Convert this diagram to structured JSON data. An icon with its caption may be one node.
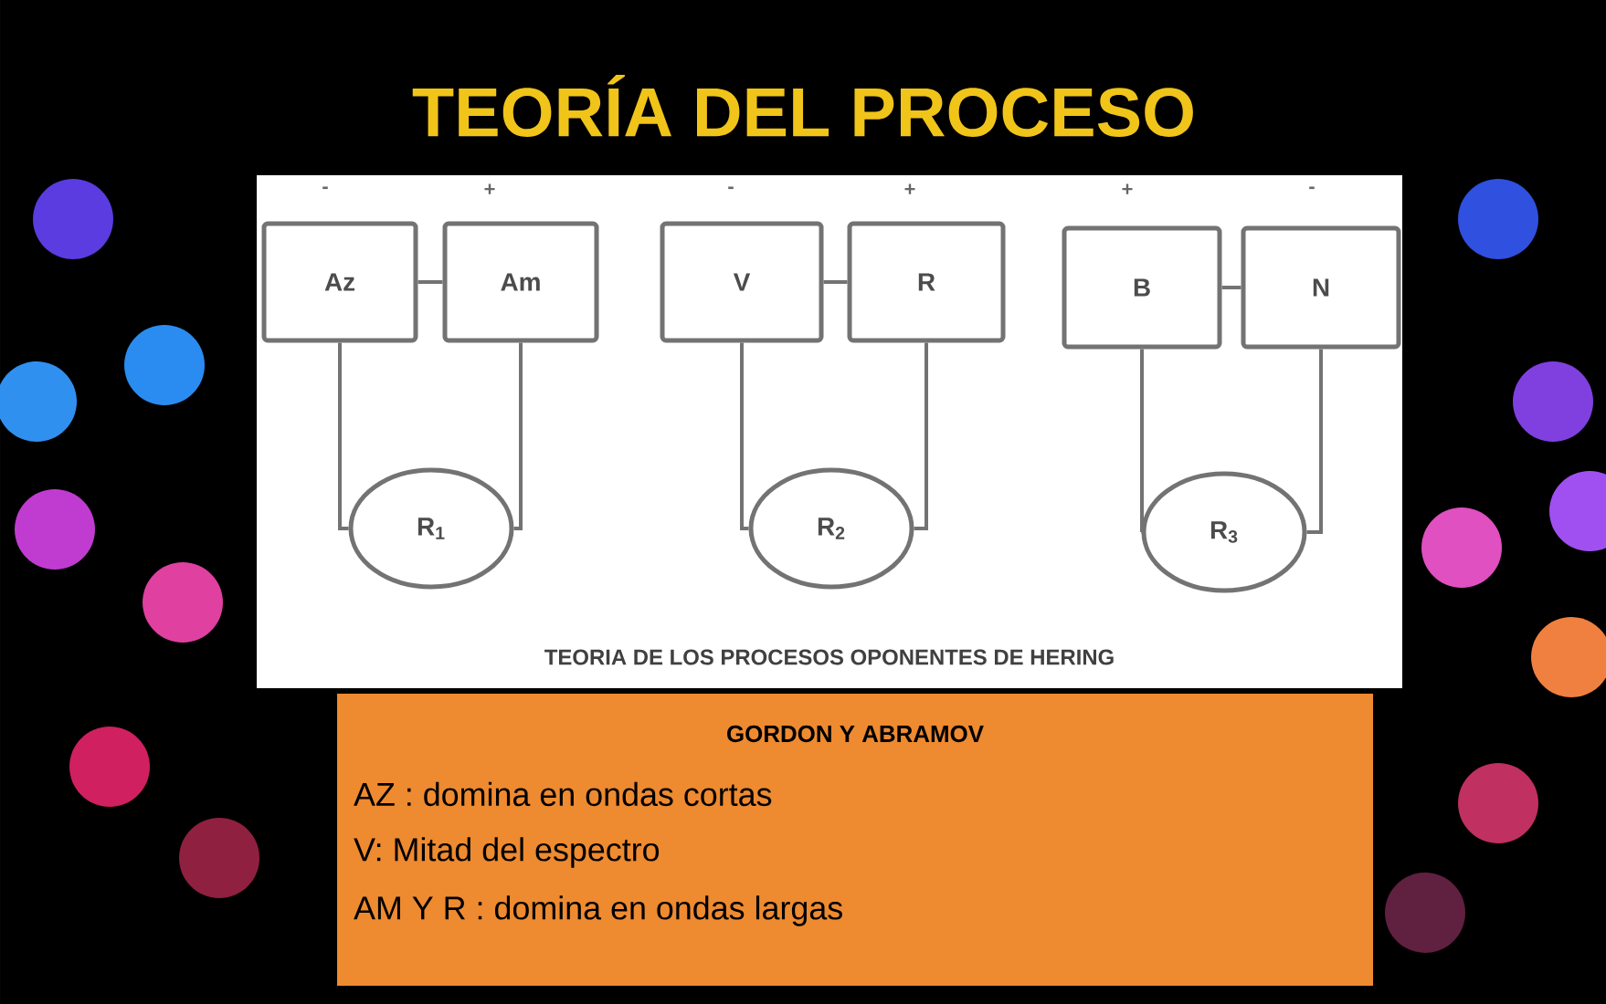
{
  "diagram": {
    "title": "TEORÍA DEL  PROCESO",
    "nodes": [
      {
        "text": [
          "TEORIA DE LOS PROCESOS OPONENTES DE  HERING"
        ]
      },
      {
        "text": [
          "Az"
        ],
        "in": 0
      },
      {
        "text": [
          "Am"
        ],
        "in": 0
      },
      {
        "text": [
          "V"
        ],
        "in": 0
      },
      {
        "text": [
          "R"
        ],
        "in": 0
      },
      {
        "text": [
          "B"
        ],
        "in": 0
      },
      {
        "text": [
          "N"
        ],
        "in": 0
      },
      {
        "text": [
          "R$_{1}$"
        ],
        "in": 0
      },
      {
        "text": [
          "R$_{2}$"
        ],
        "in": 0
      },
      {
        "text": [
          "R$_{3}$"
        ],
        "in": 0
      },
      {
        "text": [
          "GORDON Y ABRAMOV",
          "AZ : domina en ondas cortas",
          "V: Mitad del espectro",
          "AM Y R : domina en ondas largas"
        ]
      }
    ],
    "edges": [
      {
        "from": 1,
        "to": 2,
        "arrow": "none"
      },
      {
        "from": 3,
        "to": 4,
        "arrow": "none"
      },
      {
        "from": 5,
        "to": 6,
        "arrow": "none"
      },
      {
        "from": 1,
        "to": 7,
        "arrow": "none"
      },
      {
        "from": 2,
        "to": 7,
        "arrow": "none"
      },
      {
        "from": 3,
        "to": 8,
        "arrow": "none"
      },
      {
        "from": 4,
        "to": 8,
        "arrow": "none"
      },
      {
        "from": 5,
        "to": 9,
        "arrow": "none"
      },
      {
        "from": 6,
        "to": 9,
        "arrow": "none"
      }
    ],
    "labels": [
      "-",
      "+",
      "-",
      "+",
      "+",
      "-"
    ]
  }
}
